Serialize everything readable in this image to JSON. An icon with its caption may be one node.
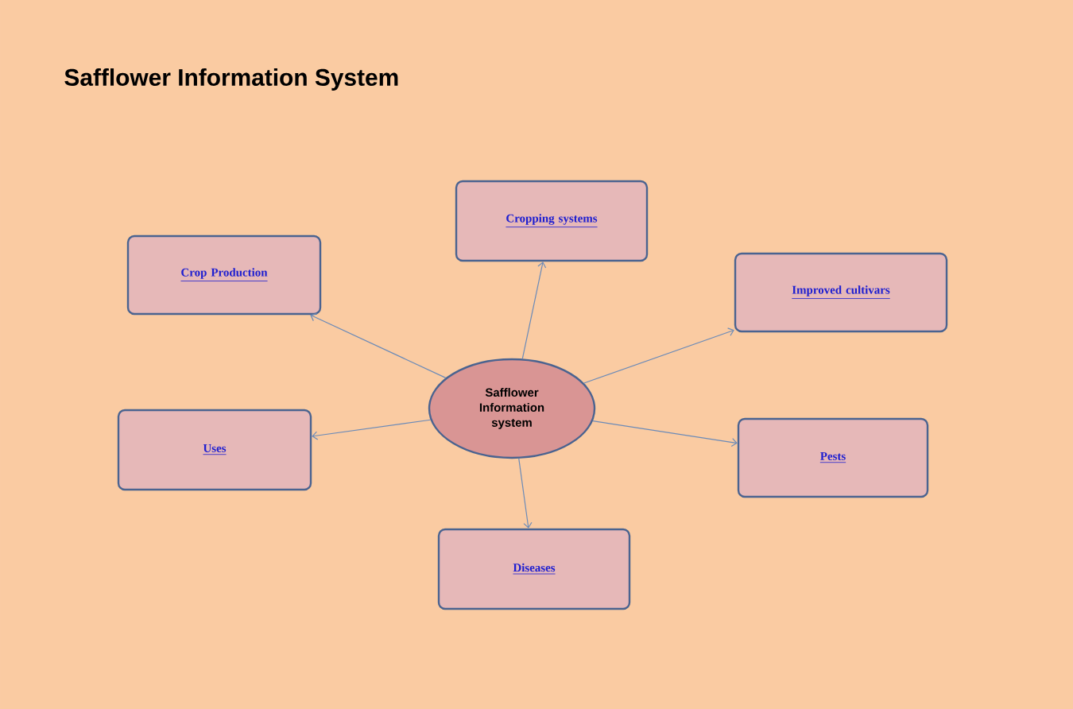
{
  "diagram": {
    "title": "Safflower Information System",
    "nodes": [
      {
        "text": [
          "Safflower Information system"
        ]
      },
      {
        "text": [
          "Crop Production"
        ]
      },
      {
        "text": [
          "Cropping systems"
        ]
      },
      {
        "text": [
          "Improved cultivars"
        ]
      },
      {
        "text": [
          "Uses"
        ]
      },
      {
        "text": [
          "Pests"
        ]
      },
      {
        "text": [
          "Diseases"
        ]
      }
    ],
    "edges": [
      {
        "from": 0,
        "to": 1,
        "arrow": "to"
      },
      {
        "from": 0,
        "to": 2,
        "arrow": "to"
      },
      {
        "from": 0,
        "to": 3,
        "arrow": "to"
      },
      {
        "from": 0,
        "to": 4,
        "arrow": "to"
      },
      {
        "from": 0,
        "to": 5,
        "arrow": "to"
      },
      {
        "from": 0,
        "to": 6,
        "arrow": "to"
      }
    ]
  }
}
